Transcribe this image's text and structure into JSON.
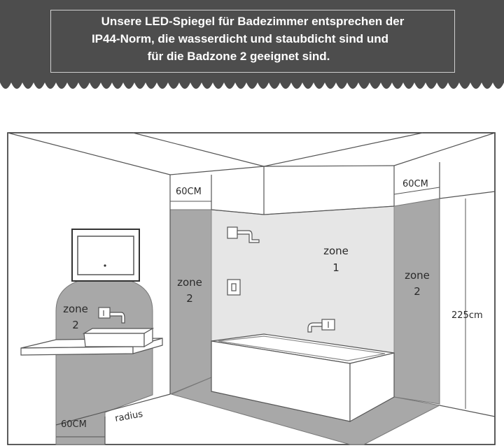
{
  "banner": {
    "line1": "Unsere LED-Spiegel für Badezimmer entsprechen der",
    "line2": "IP44-Norm, die wasserdicht und staubdicht sind und",
    "line3": "für die Badzone 2 geeignet sind.",
    "background_color": "#4d4d4d"
  },
  "diagram": {
    "zone_color": "#a8a8a8",
    "zone1_color": "#e6e6e6",
    "labels": {
      "width_left_wall": "60CM",
      "width_right_wall": "60CM",
      "width_basin": "60CM",
      "radius": "radius",
      "height": "225cm",
      "zone2_left": {
        "line1": "zone",
        "line2": "2"
      },
      "zone2_center": {
        "line1": "zone",
        "line2": "2"
      },
      "zone1": {
        "line1": "zone",
        "line2": "1"
      },
      "zone2_right": {
        "line1": "zone",
        "line2": "2"
      }
    }
  }
}
